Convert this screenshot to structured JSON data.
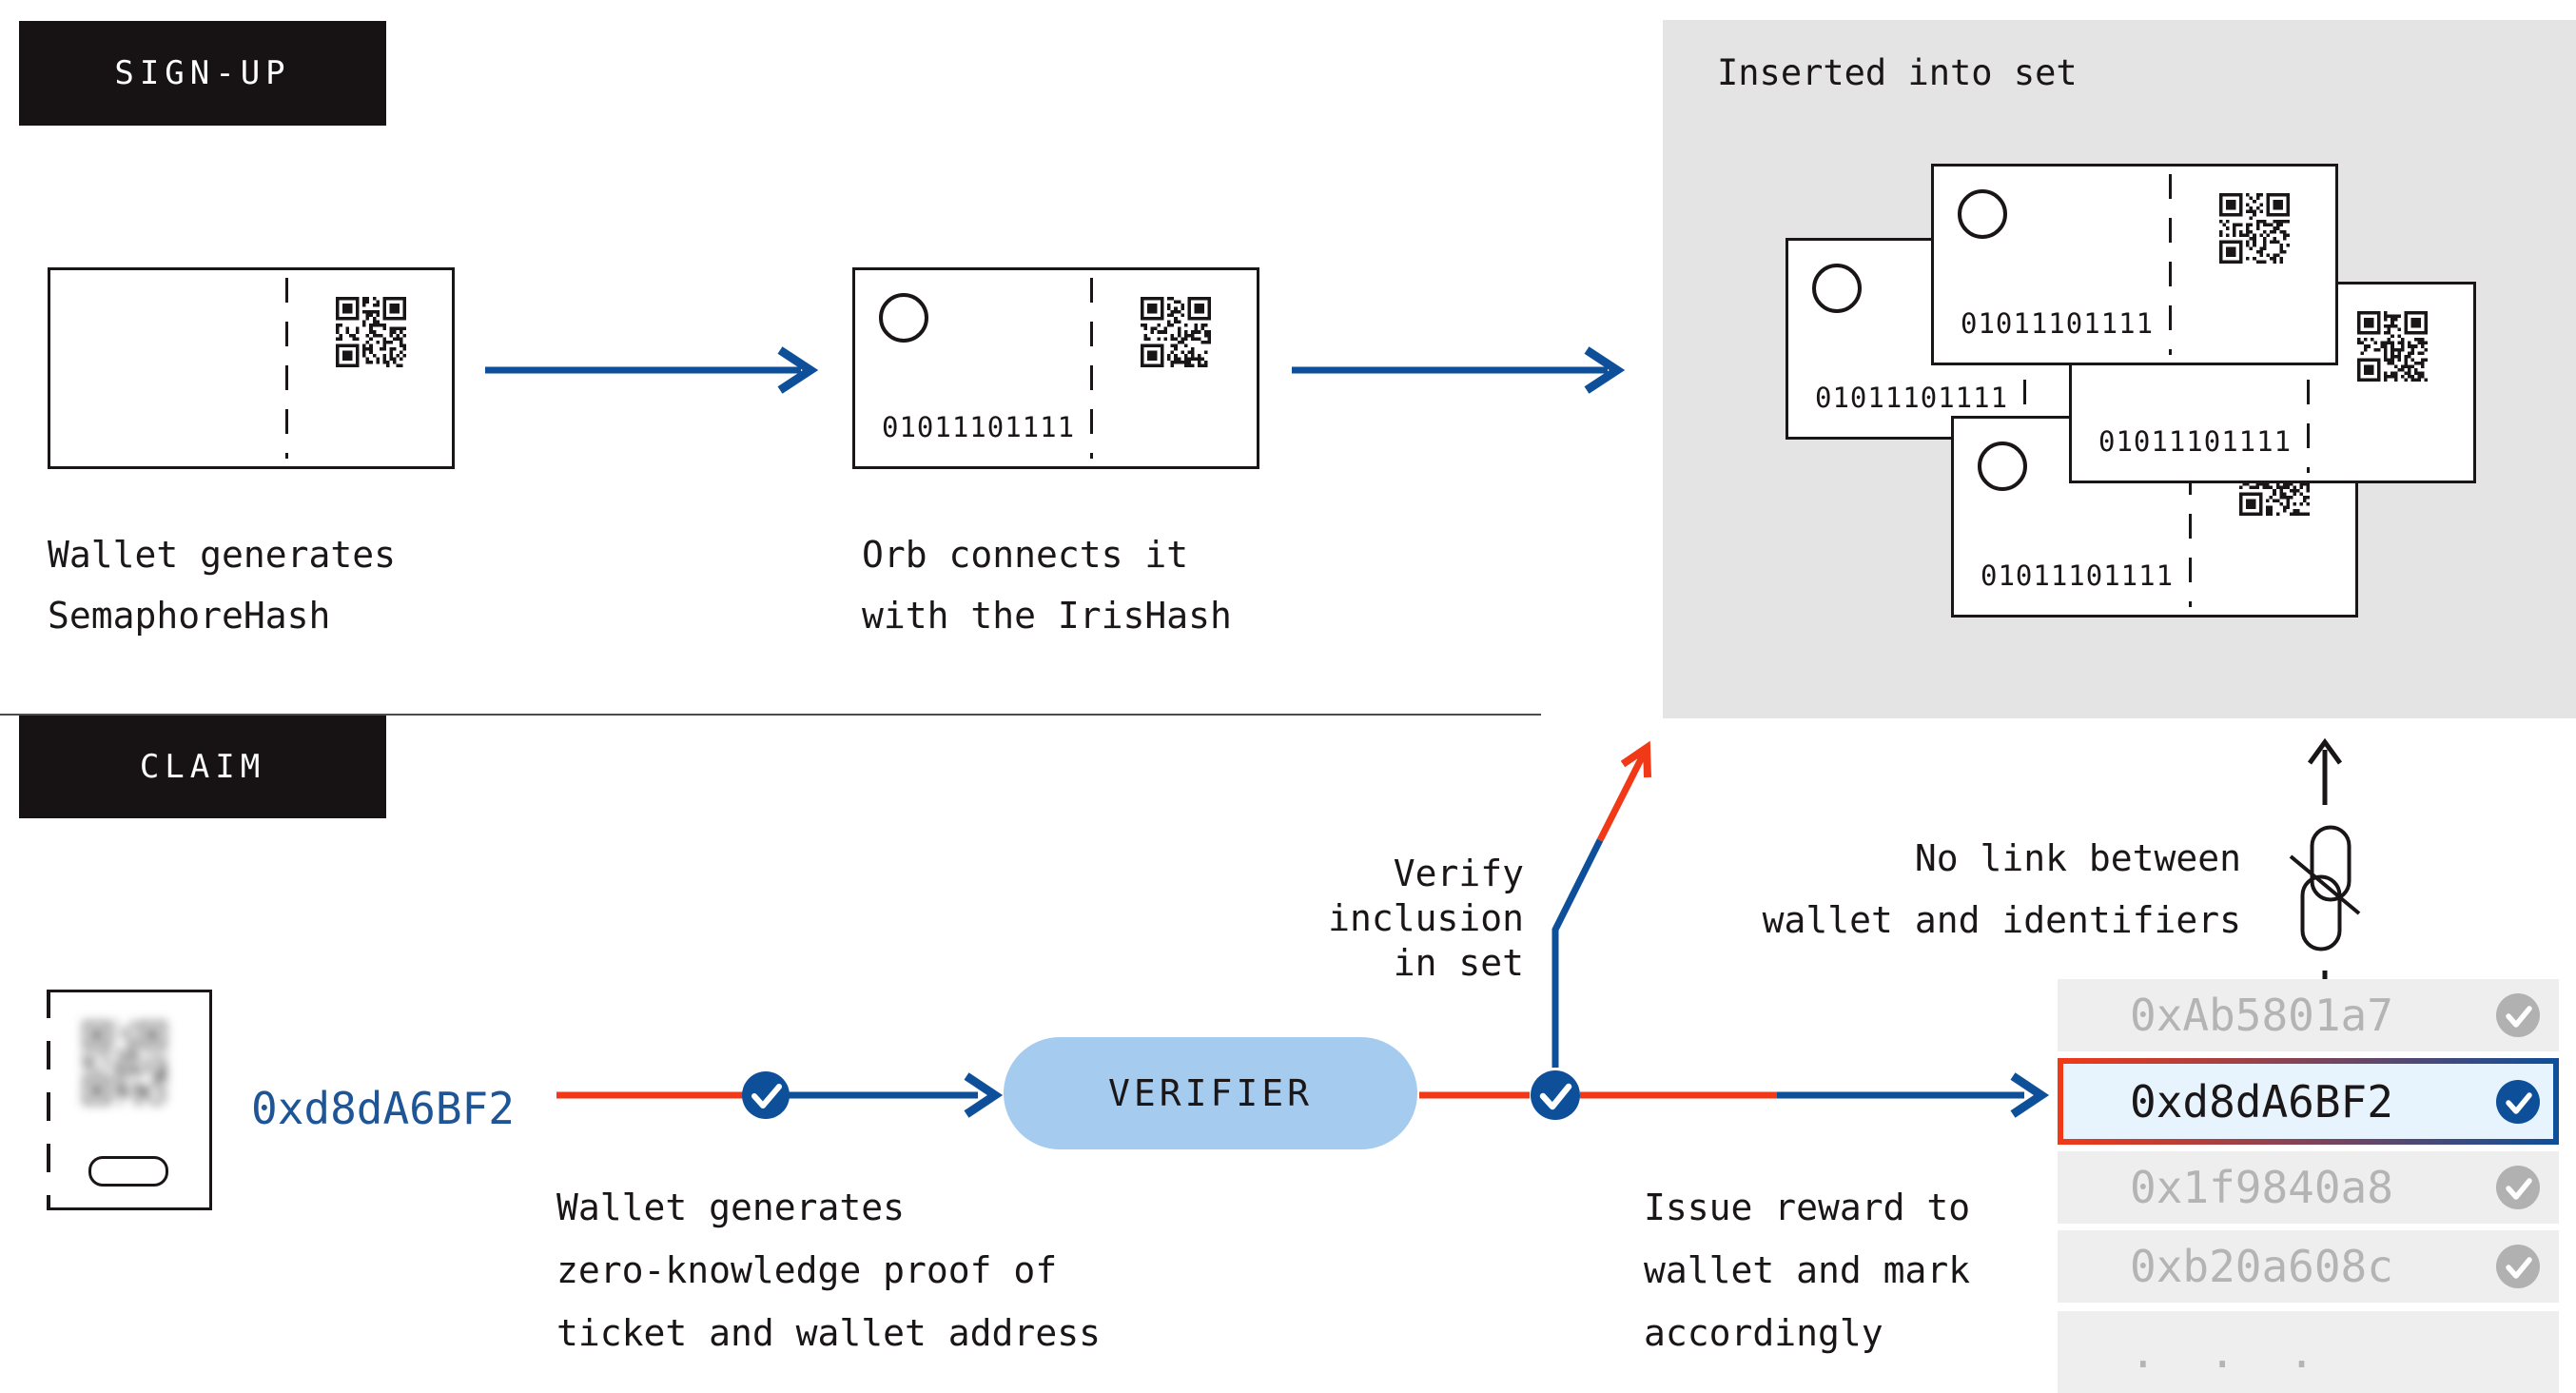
{
  "signup": {
    "label": "SIGN-UP",
    "wallet_caption": "Wallet generates\nSemaphoreHash",
    "orb_caption": "Orb connects it\nwith the IrisHash",
    "set_title": "Inserted into set",
    "ticket_binary": "01011101111"
  },
  "claim": {
    "label": "CLAIM",
    "wallet_address": "0xd8dA6BF2",
    "verifier_label": "VERIFIER",
    "verify_caption": "Verify\ninclusion\nin set",
    "zk_caption": "Wallet generates\nzero-knowledge proof of\nticket and wallet address",
    "reward_caption": "Issue reward to\nwallet and mark\naccordingly",
    "no_link_caption": "No link between\nwallet and identifiers"
  },
  "registry": {
    "rows": [
      {
        "address": "0xAb5801a7",
        "state": "claimed"
      },
      {
        "address": "0xd8dA6BF2",
        "state": "selected"
      },
      {
        "address": "0x1f9840a8",
        "state": "claimed"
      },
      {
        "address": "0xb20a608c",
        "state": "claimed"
      },
      {
        "address": ". . .",
        "state": "ellipsis"
      }
    ]
  },
  "colors": {
    "accent_red": "#f23917",
    "accent_blue": "#0e4f9a",
    "pill_blue": "#a5cbee",
    "panel_gray": "#e5e4e4",
    "row_gray": "#efeeee",
    "row_text_gray": "#b5b4b4",
    "gray_check": "#b2b1b1",
    "highlight_bg": "#e8f4fd",
    "address_blue": "#1e5596",
    "ink": "#1a1516"
  }
}
